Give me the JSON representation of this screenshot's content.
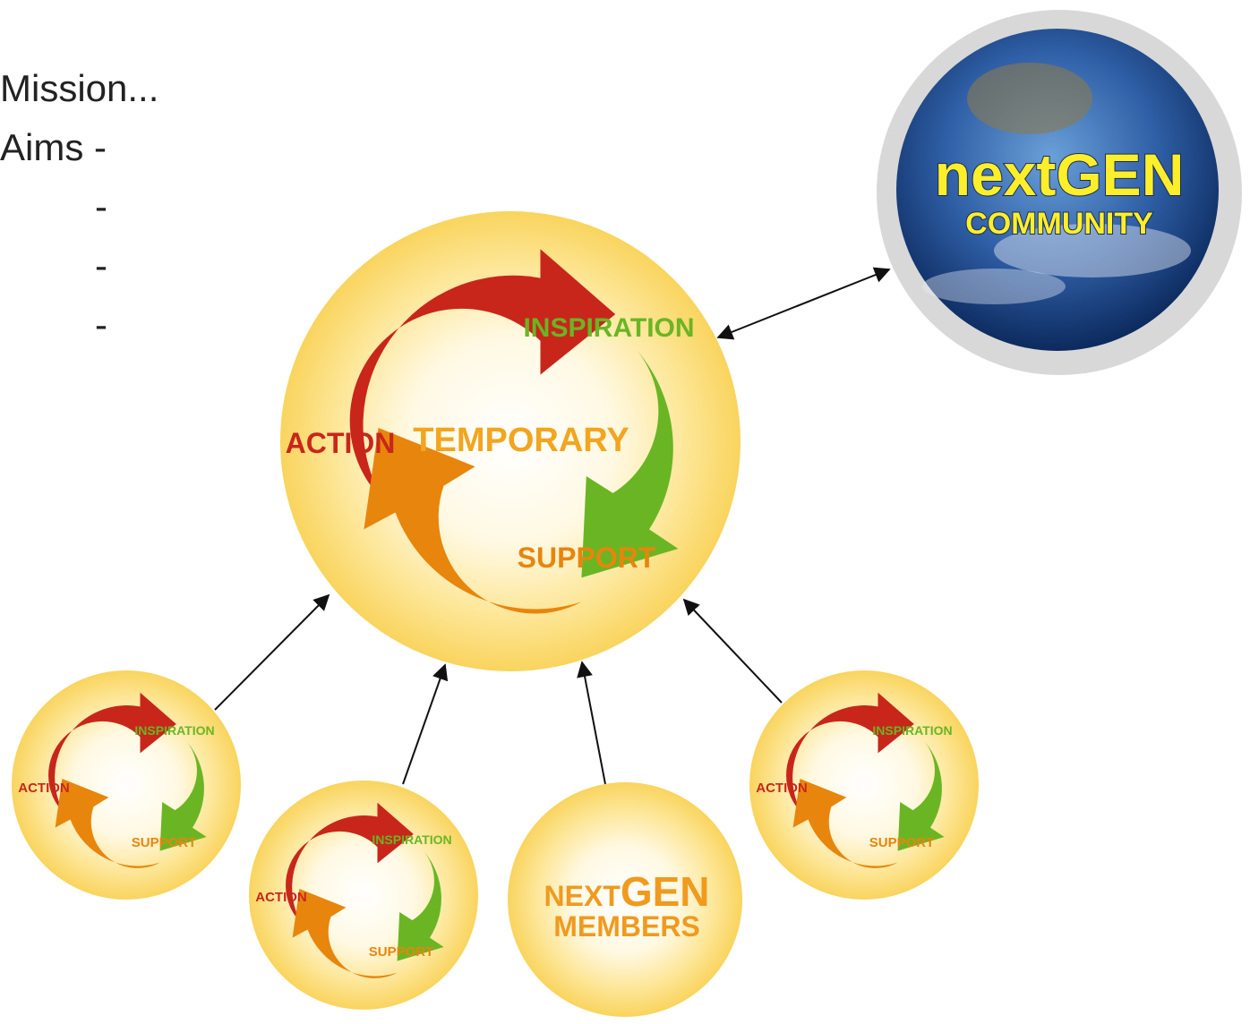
{
  "text": {
    "mission": "Mission...",
    "aims": "Aims -",
    "dashes": [
      "-",
      "-",
      "-"
    ]
  },
  "main_cycle": {
    "center": "TEMPORARY",
    "inspiration": "INSPIRATION",
    "action": "ACTION",
    "support": "SUPPORT"
  },
  "small_cycle": {
    "inspiration": "INSPIRATION",
    "action": "ACTION",
    "support": "SUPPORT"
  },
  "members": {
    "line1_small": "NEXT",
    "line1_big": "GEN",
    "line2": "MEMBERS"
  },
  "community": {
    "title": "nextGEN",
    "subtitle": "COMMUNITY"
  },
  "colors": {
    "inspiration_green": "#6ab524",
    "action_red": "#c8261b",
    "support_orange": "#e8850d",
    "circle_yellow": "#f7cf52",
    "globe_text_yellow": "#fcef2a"
  }
}
